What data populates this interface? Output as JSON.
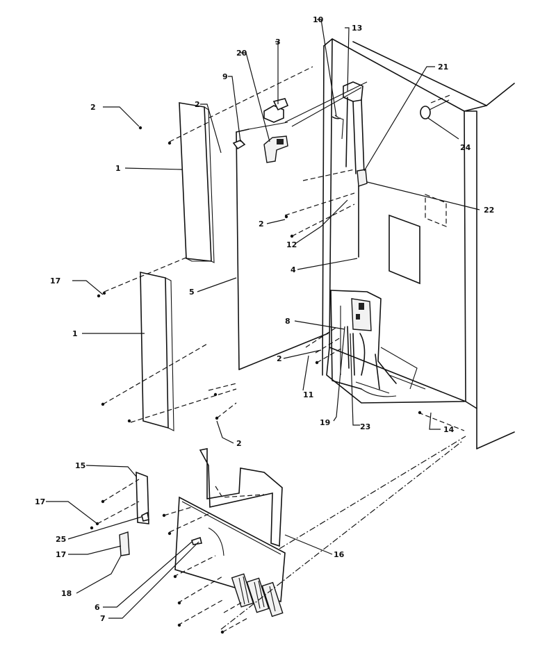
{
  "diagram": {
    "callouts": {
      "c1a": "1",
      "c1b": "1",
      "c2a": "2",
      "c2b": "2",
      "c2c": "2",
      "c2d": "2",
      "c2e": "2",
      "c3": "3",
      "c4": "4",
      "c5": "5",
      "c6": "6",
      "c7": "7",
      "c8": "8",
      "c9": "9",
      "c10": "10",
      "c11": "11",
      "c12": "12",
      "c13": "13",
      "c14": "14",
      "c15": "15",
      "c16": "16",
      "c17a": "17",
      "c17b": "17",
      "c17c": "17",
      "c18": "18",
      "c19": "19",
      "c20": "20",
      "c21": "21",
      "c22": "22",
      "c23": "23",
      "c24": "24",
      "c25": "25"
    }
  }
}
